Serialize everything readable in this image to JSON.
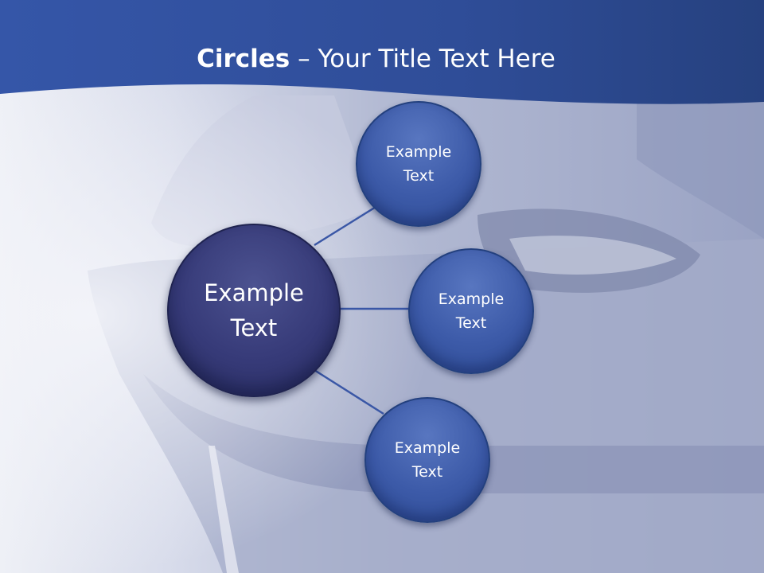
{
  "slide": {
    "title_bold": "Circles",
    "title_rest": " – Your Title Text Here"
  },
  "diagram": {
    "center": {
      "line1": "Example",
      "line2": "Text"
    },
    "nodes": [
      {
        "line1": "Example",
        "line2": "Text"
      },
      {
        "line1": "Example",
        "line2": "Text"
      },
      {
        "line1": "Example",
        "line2": "Text"
      }
    ]
  },
  "colors": {
    "header": "#2f4d9a",
    "center_circle": "#343876",
    "node_circle": "#3c5aa8",
    "connector": "#3a57a6"
  }
}
